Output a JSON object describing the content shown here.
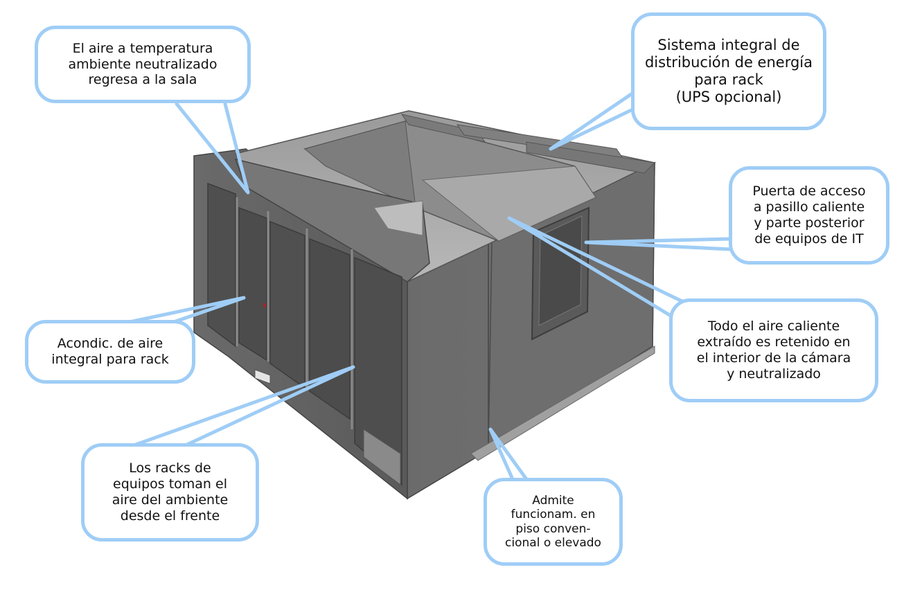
{
  "callouts": {
    "air_return": "El aire a temperatura\nambiente neutralizado\nregresa a la sala",
    "power": "Sistema integral de\ndistribución de energía\npara rack\n(UPS opcional)",
    "hot_aisle_door": "Puerta de acceso\na pasillo caliente\ny parte posterior\nde equipos de IT",
    "hot_air": "Todo el aire caliente\nextraído es retenido en\nel interior de la cámara\ny neutralizado",
    "ac_unit": "Acondic. de aire\nintegral para rack",
    "racks_intake": "Los racks de\nequipos toman el\naire del ambiente\ndesde el frente",
    "floor_support": "Admite\nfuncionam. en\npiso conven-\ncional o elevado"
  },
  "colors": {
    "callout_border": "#9fcdf6",
    "pointer": "#9fcdf6",
    "enclosure": "#5e5e5e"
  }
}
